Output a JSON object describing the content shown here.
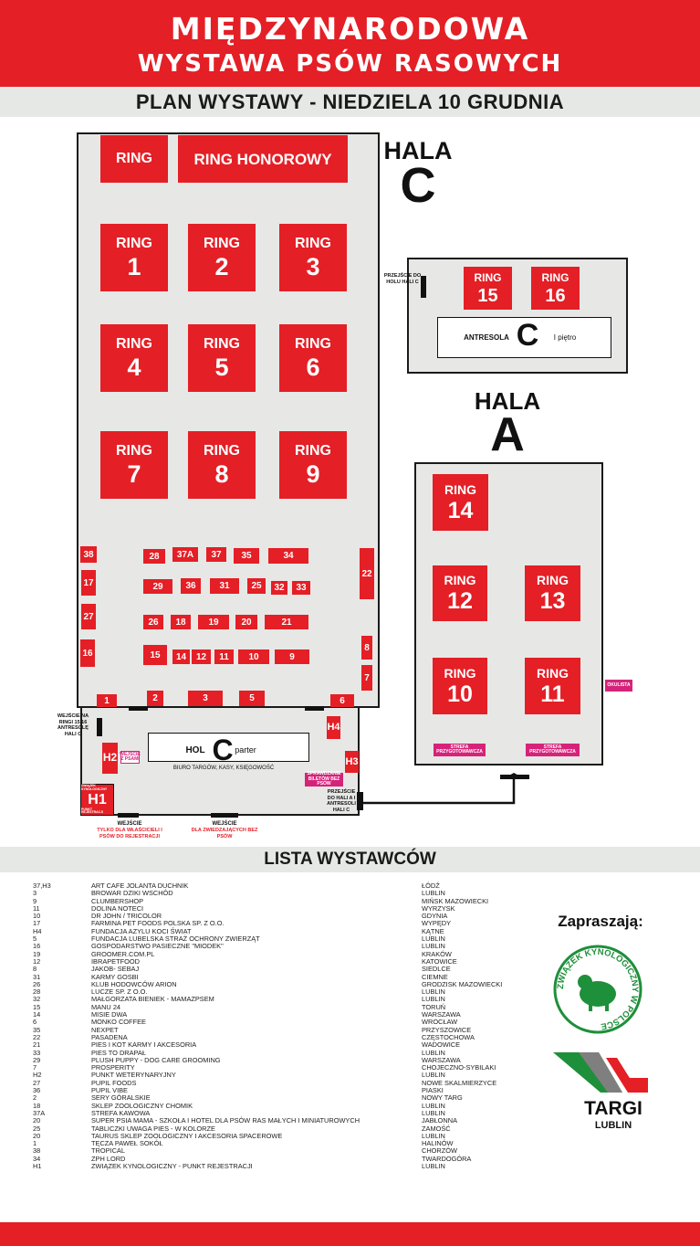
{
  "header": {
    "line1": "MIĘDZYNARODOWA",
    "line2": "WYSTAWA PSÓW RASOWYCH",
    "bg_color": "#e41f26"
  },
  "plan_title": "PLAN WYSTAWY - NIEDZIELA 10 GRUDNIA",
  "map": {
    "ring_top": "RING",
    "ring_honor": "RING HONOROWY",
    "ring_word": "RING",
    "rings_c": [
      "1",
      "2",
      "3",
      "4",
      "5",
      "6",
      "7",
      "8",
      "9"
    ],
    "rings_antresola": [
      "15",
      "16"
    ],
    "rings_a": [
      "14",
      "12",
      "13",
      "10",
      "11"
    ],
    "hala_c_word": "HALA",
    "hala_c_letter": "C",
    "hala_a_word": "HALA",
    "hala_a_letter": "A",
    "antresola_label": "ANTRESOLA",
    "antresola_letter": "C",
    "antresola_floor": "I piętro",
    "przejscie_holu": "PRZEJŚCIE DO HOLU HALI C",
    "stands": [
      "38",
      "17",
      "27",
      "16",
      "22",
      "8",
      "7",
      "28",
      "37A",
      "37",
      "35",
      "34",
      "29",
      "36",
      "31",
      "25",
      "32",
      "33",
      "26",
      "18",
      "19",
      "20",
      "21",
      "15",
      "14",
      "12",
      "11",
      "10",
      "9",
      "1",
      "2",
      "3",
      "5",
      "6"
    ],
    "okulista": "OKULISTA",
    "strefa_1": "STREFA PRZYGOTOWAWCZA",
    "strefa_2": "STREFA PRZYGOTOWAWCZA",
    "wejscie_ringi": "WEJŚCIE NA RINGI 15,16 ANTRESOLĘ HALI C",
    "hol_label": "HOL",
    "hol_letter": "C",
    "hol_floor": "parter",
    "biuro": "BIURO TARGÓW, KASY, KSIĘGOWOŚĆ",
    "h4": "H4",
    "h3": "H3",
    "h2": "H2",
    "h1": "H1",
    "wcisle_psow": "WEJŚCIE Z PSAMI",
    "sprawdzanie": "SPRAWDZANIE BILETÓW BEZ PSÓW",
    "h1_top": "ZWIĄZEK KYNOLOGICZNY",
    "h1_bottom": "PUNKT REJESTRACJI",
    "przejscie_hali_a": "PRZEJŚCIE DO HALI A I ANTRESOLI HALI C",
    "wejscie_1": "WEJŚCIE",
    "wejscie_1_sub": "TYLKO DLA WŁAŚCICIELI I PSÓW DO REJESTRACJI",
    "wejscie_2": "WEJŚCIE",
    "wejscie_2_sub": "DLA ZWIEDZAJĄCYCH BEZ PSÓW"
  },
  "list_title": "LISTA WYSTAWCÓW",
  "exhibitors": [
    {
      "num": "37,H3",
      "name": "ART CAFE JOLANTA DUCHNIK",
      "city": "ŁÓDŹ"
    },
    {
      "num": "3",
      "name": "BROWAR DZIKI WSCHÓD",
      "city": "LUBLIN"
    },
    {
      "num": "9",
      "name": "CLUMBERSHOP",
      "city": "MIŃSK MAZOWIECKI"
    },
    {
      "num": "11",
      "name": "DOLINA NOTECI",
      "city": "WYRZYSK"
    },
    {
      "num": "10",
      "name": "DR JOHN / TRICOLOR",
      "city": "GDYNIA"
    },
    {
      "num": "17",
      "name": "FARMINA PET FOODS POLSKA SP. Z O.O.",
      "city": "WYPĘDY"
    },
    {
      "num": "H4",
      "name": "FUNDACJA AZYLU KOCI ŚWIAT",
      "city": "KĄTNE"
    },
    {
      "num": "5",
      "name": "FUNDACJA LUBELSKA STRAŻ OCHRONY ZWIERZĄT",
      "city": "LUBLIN"
    },
    {
      "num": "16",
      "name": "GOSPODARSTWO PASIECZNE \"MIODEK\"",
      "city": "LUBLIN"
    },
    {
      "num": "19",
      "name": "GROOMER.COM.PL",
      "city": "KRAKÓW"
    },
    {
      "num": "12",
      "name": "IBRAPETFOOD",
      "city": "KATOWICE"
    },
    {
      "num": "8",
      "name": "JAKOB- SEBAJ",
      "city": "SIEDLCE"
    },
    {
      "num": "31",
      "name": "KARMY GOSBI",
      "city": "CIEMNE"
    },
    {
      "num": "26",
      "name": "KLUB HODOWCÓW ARION",
      "city": "GRODZISK MAZOWIECKI"
    },
    {
      "num": "28",
      "name": "LUCZE SP. Z O.O.",
      "city": "LUBLIN"
    },
    {
      "num": "32",
      "name": "MAŁGORZATA BIENIEK - MAMAZPSEM",
      "city": "LUBLIN"
    },
    {
      "num": "15",
      "name": "MANU 24",
      "city": "TORUŃ"
    },
    {
      "num": "14",
      "name": "MISIE DWA",
      "city": "WARSZAWA"
    },
    {
      "num": "6",
      "name": "MONKO COFFEE",
      "city": "WROCŁAW"
    },
    {
      "num": "35",
      "name": "NEXPET",
      "city": "PRZYSZOWICE"
    },
    {
      "num": "22",
      "name": "PASADENA",
      "city": "CZĘSTOCHOWA"
    },
    {
      "num": "21",
      "name": "PIES I KOT KARMY I AKCESORIA",
      "city": "WADOWICE"
    },
    {
      "num": "33",
      "name": "PIES TO DRAPAŁ",
      "city": "LUBLIN"
    },
    {
      "num": "29",
      "name": "PLUSH PUPPY - DOG CARE GROOMING",
      "city": "WARSZAWA"
    },
    {
      "num": "7",
      "name": "PROSPERITY",
      "city": "CHOJECZNO-SYBILAKI"
    },
    {
      "num": "H2",
      "name": "PUNKT WETERYNARYJNY",
      "city": "LUBLIN"
    },
    {
      "num": "27",
      "name": "PUPIL FOODS",
      "city": "NOWE SKALMIERZYCE"
    },
    {
      "num": "36",
      "name": "PUPIL VIBE",
      "city": "PIASKI"
    },
    {
      "num": "2",
      "name": "SERY GÓRALSKIE",
      "city": "NOWY TARG"
    },
    {
      "num": "18",
      "name": "SKLEP ZOOLOGICZNY CHOMIK",
      "city": "LUBLIN"
    },
    {
      "num": "37A",
      "name": "STREFA KAWOWA",
      "city": "LUBLIN"
    },
    {
      "num": "20",
      "name": "SUPER PSIA MAMA - SZKOŁA I HOTEL DLA PSÓW RAS MAŁYCH I MINIATUROWYCH",
      "city": "JABŁONNA"
    },
    {
      "num": "25",
      "name": "TABLICZKI UWAGA PIES - W KOLORZE",
      "city": "ZAMOŚĆ"
    },
    {
      "num": "20",
      "name": "TAURUS SKLEP ZOOLOGICZNY I AKCESORIA SPACEROWE",
      "city": "LUBLIN"
    },
    {
      "num": "1",
      "name": "TĘCZA PAWEŁ SOKÓŁ",
      "city": "HALINÓW"
    },
    {
      "num": "38",
      "name": "TROPICAL",
      "city": "CHORZÓW"
    },
    {
      "num": "34",
      "name": "ZPH LORD",
      "city": "TWARDOGÓRA"
    },
    {
      "num": "H1",
      "name": "ZWIĄZEK KYNOLOGICZNY - PUNKT REJESTRACJI",
      "city": "LUBLIN"
    }
  ],
  "sponsors": {
    "heading": "Zapraszają:",
    "zk_top": "ZWIĄZEK KYNOLOGICZNY W POLSCE",
    "targi": "TARGI",
    "lublin": "LUBLIN"
  },
  "colors": {
    "red": "#e41f26",
    "grey": "#e7e8e6",
    "magenta": "#d6237a",
    "green": "#1e8f3a"
  }
}
